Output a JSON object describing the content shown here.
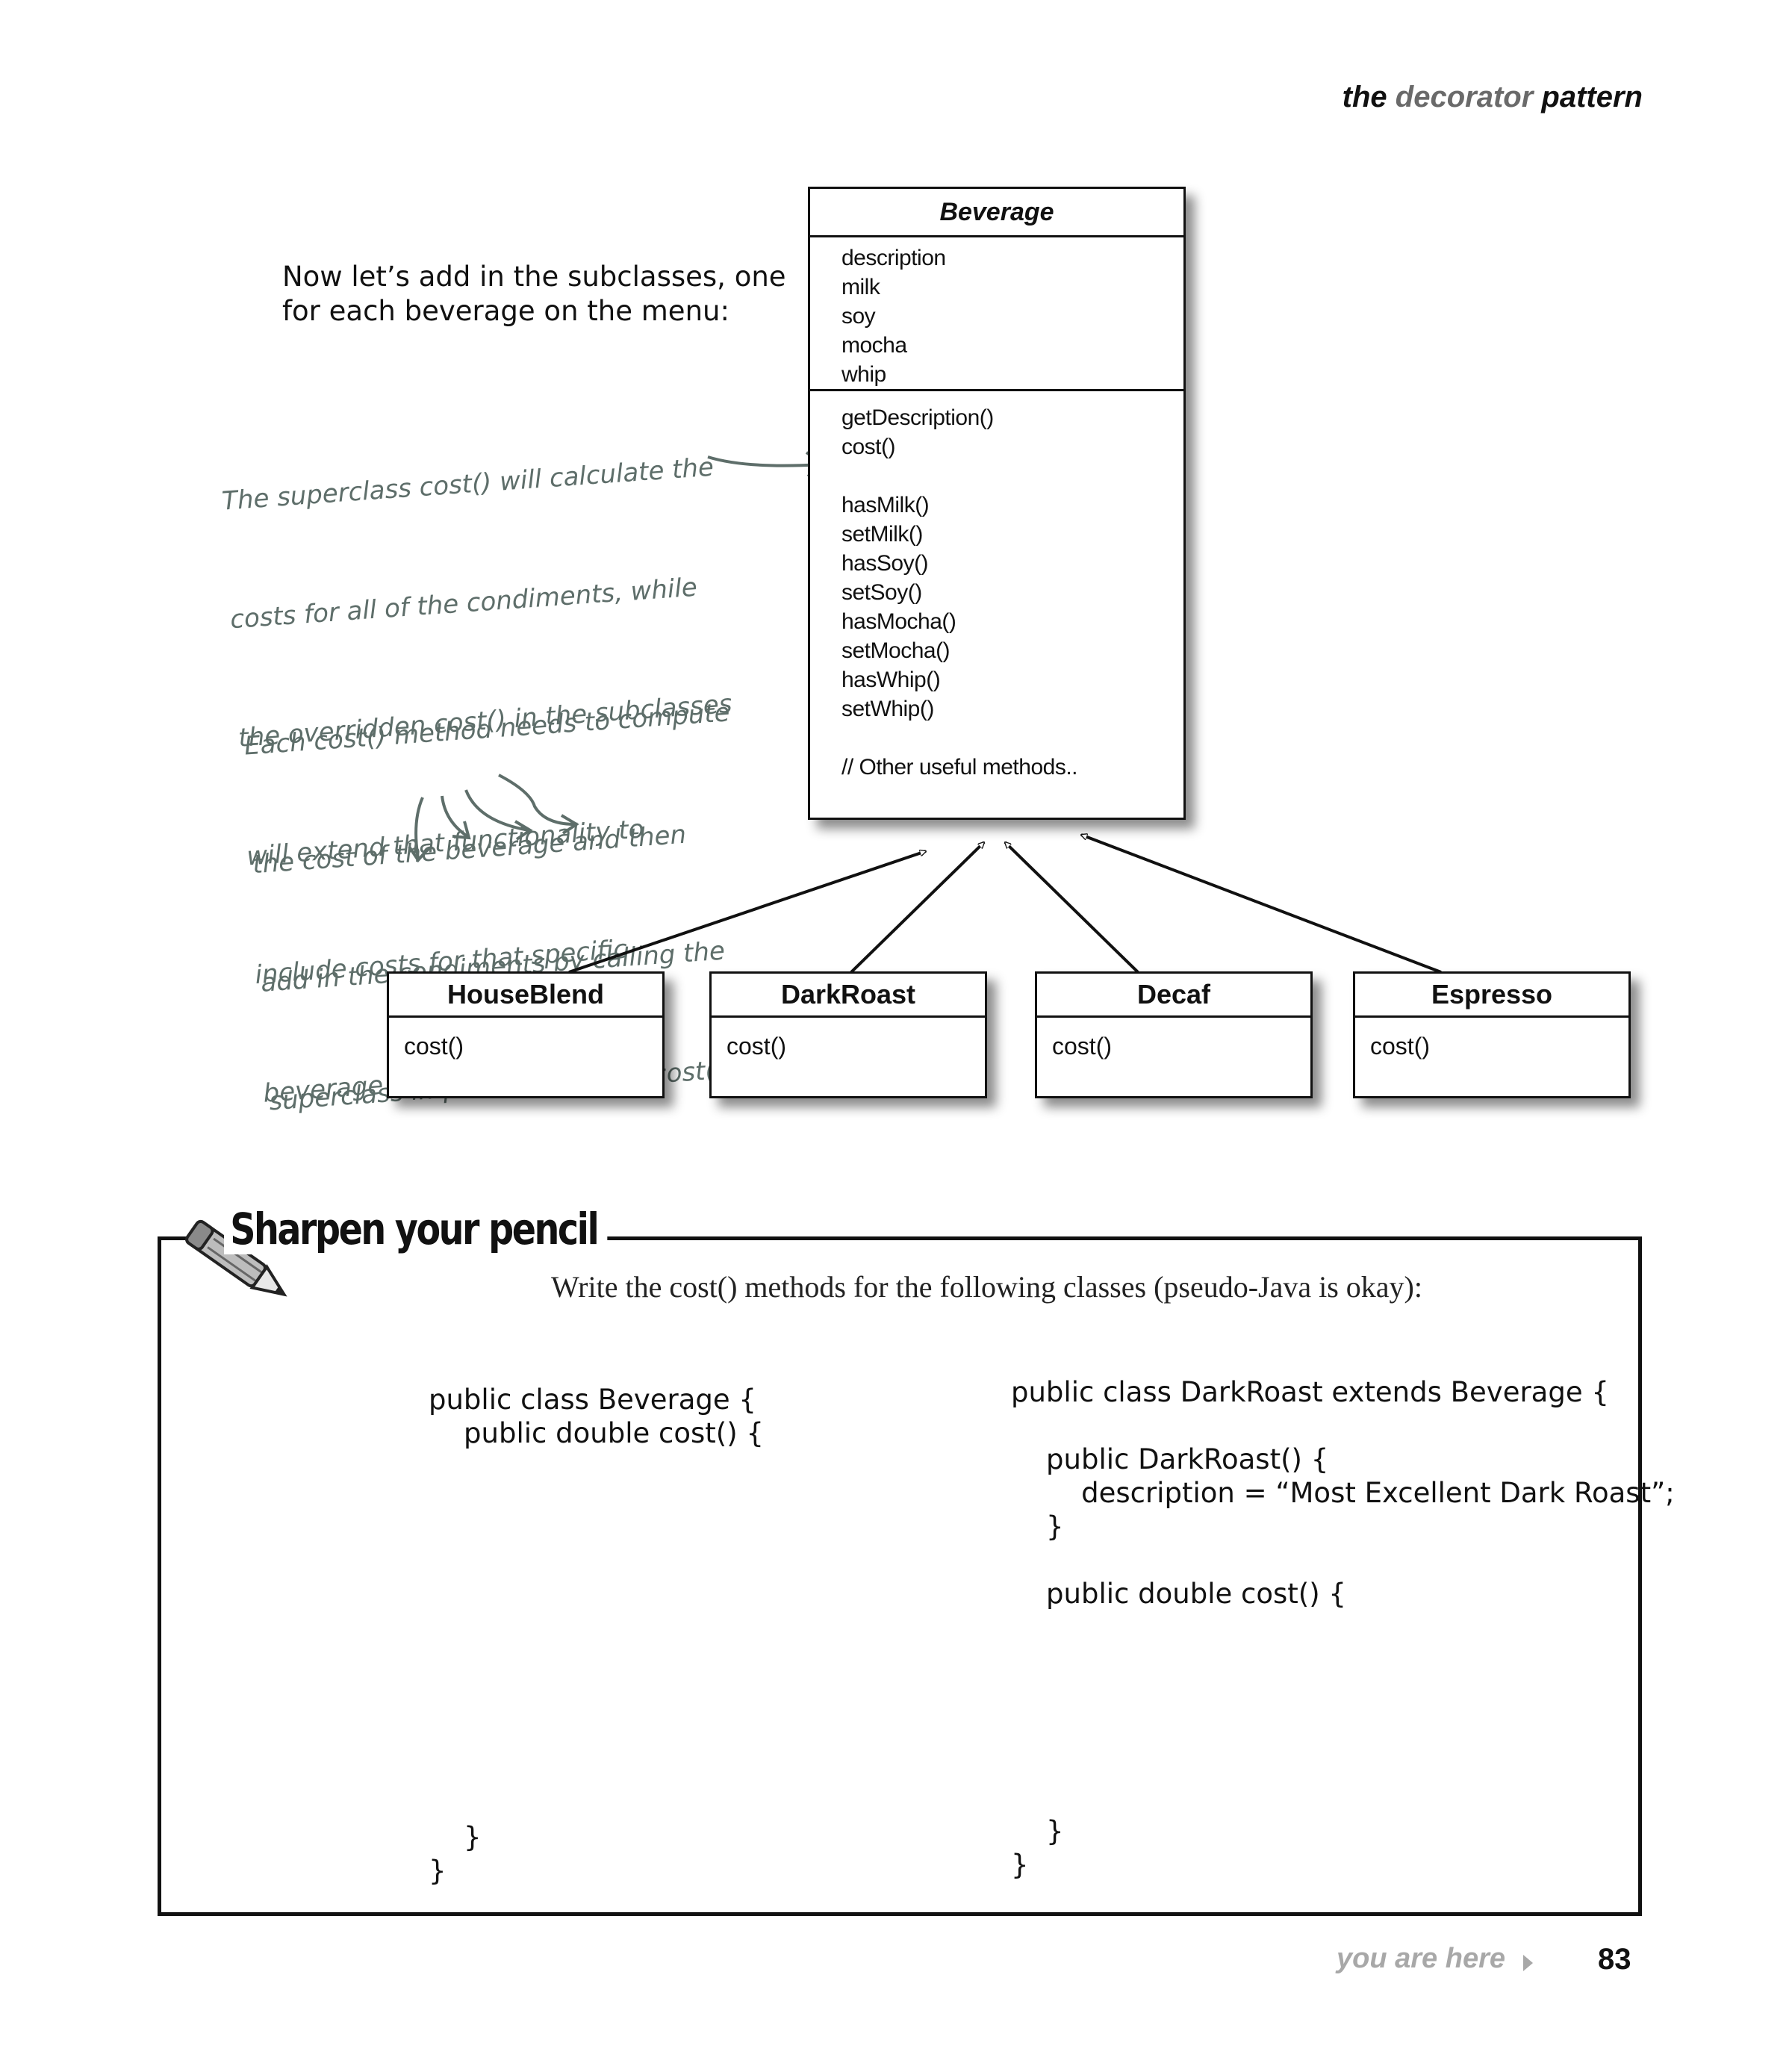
{
  "header": {
    "prefix": "the",
    "accent": "decorator",
    "suffix": "pattern"
  },
  "intro": "Now let’s add in the subclasses, one\nfor each beverage on the menu:",
  "note1": [
    "The superclass cost() will calculate the",
    "costs for all of the condiments, while",
    "the overridden cost() in the subclasses",
    "will extend that functionality to",
    "include costs for that specific",
    "beverage type."
  ],
  "note2": [
    "Each cost() method needs to compute",
    "the cost of the beverage and then",
    "add in the condiments by calling the",
    "superclass implementation of cost()."
  ],
  "beverage": {
    "name": "Beverage",
    "attributes": [
      "description",
      "milk",
      "soy",
      "mocha",
      "whip"
    ],
    "methods_a": [
      "getDescription()",
      "cost()"
    ],
    "methods_b": [
      "hasMilk()",
      "setMilk()",
      "hasSoy()",
      "setSoy()",
      "hasMocha()",
      "setMocha()",
      "hasWhip()",
      "setWhip()"
    ],
    "methods_c": "// Other useful methods.."
  },
  "subclasses": [
    {
      "name": "HouseBlend",
      "method": "cost()"
    },
    {
      "name": "DarkRoast",
      "method": "cost()"
    },
    {
      "name": "Decaf",
      "method": "cost()"
    },
    {
      "name": "Espresso",
      "method": "cost()"
    }
  ],
  "exercise": {
    "title": "Sharpen your pencil",
    "instructions": "Write the cost() methods for the following classes (pseudo-Java is okay):",
    "code_left_top": "public class Beverage {\n    public double cost() {",
    "code_left_bottom": "    }\n}",
    "code_right_top": "public class DarkRoast extends Beverage {\n\n    public DarkRoast() {\n        description = “Most Excellent Dark Roast”;\n    }\n\n    public double cost() {",
    "code_right_bottom": "    }\n}"
  },
  "footer": {
    "you_are_here": "you are here",
    "page_number": "83"
  }
}
